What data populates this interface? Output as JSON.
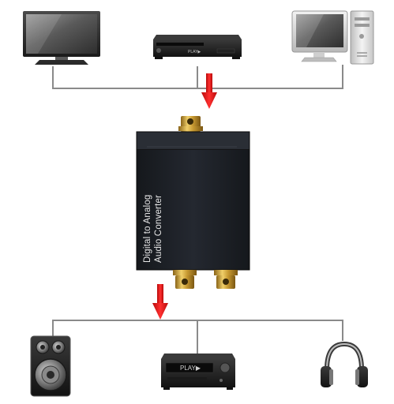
{
  "converter": {
    "label_line1": "Digital to Analog",
    "label_line2": "Audio Converter"
  },
  "sources": [
    {
      "name": "TV",
      "icon": "tv-icon"
    },
    {
      "name": "Blu-ray player",
      "icon": "disc-player-icon"
    },
    {
      "name": "Computer",
      "icon": "desktop-computer-icon"
    }
  ],
  "outputs": [
    {
      "name": "Speaker",
      "icon": "speaker-icon"
    },
    {
      "name": "Amplifier",
      "icon": "amplifier-icon"
    },
    {
      "name": "Headphones",
      "icon": "headphones-icon"
    }
  ],
  "device_labels": {
    "player_play": "PLAY▶",
    "amp_play": "PLAY▶"
  },
  "colors": {
    "connector_line": "#8a8a8a",
    "arrow": "#e01515",
    "converter_body": "#1c1f24",
    "gold": "#d4a83a"
  }
}
